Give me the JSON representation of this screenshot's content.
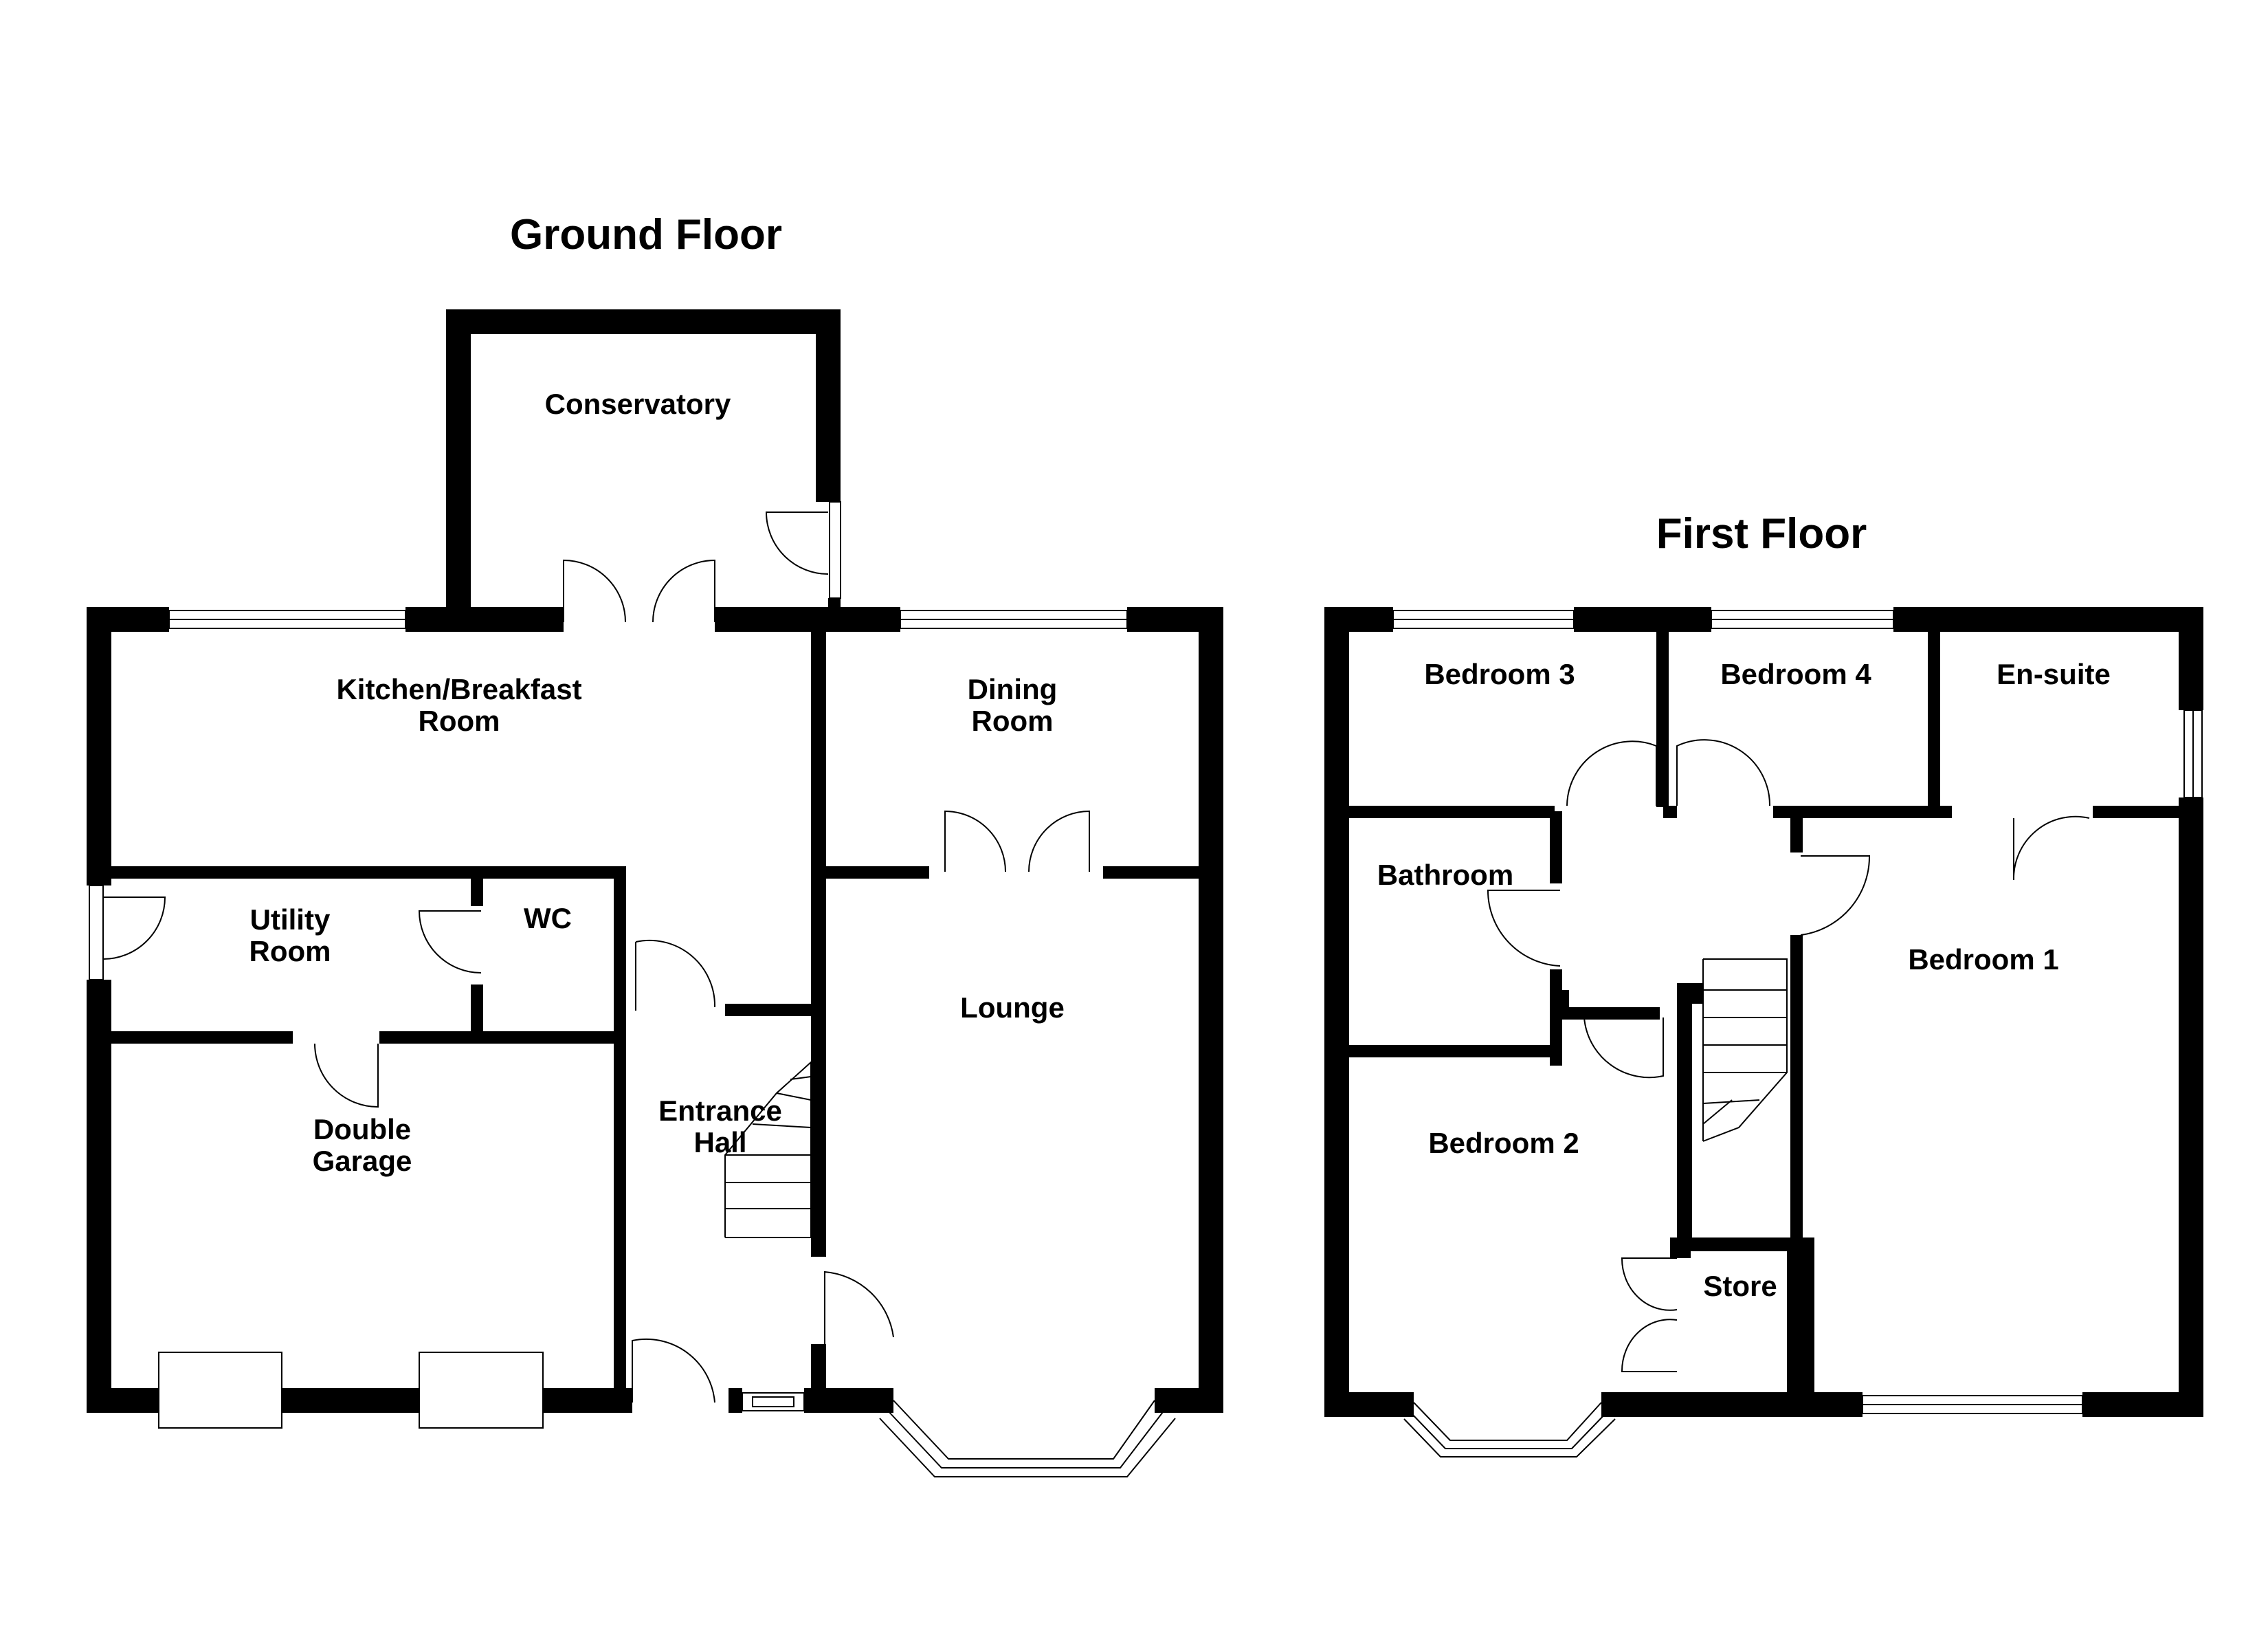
{
  "ground_floor": {
    "title": "Ground Floor",
    "rooms": {
      "conservatory": "Conservatory",
      "kitchen_l1": "Kitchen/Breakfast",
      "kitchen_l2": "Room",
      "dining_l1": "Dining",
      "dining_l2": "Room",
      "utility_l1": "Utility",
      "utility_l2": "Room",
      "wc": "WC",
      "lounge": "Lounge",
      "hall_l1": "Entrance",
      "hall_l2": "Hall",
      "garage_l1": "Double",
      "garage_l2": "Garage"
    }
  },
  "first_floor": {
    "title": "First Floor",
    "rooms": {
      "bedroom3": "Bedroom 3",
      "bedroom4": "Bedroom 4",
      "ensuite": "En-suite",
      "bathroom": "Bathroom",
      "bedroom1": "Bedroom 1",
      "bedroom2": "Bedroom 2",
      "store": "Store"
    }
  },
  "colors": {
    "wall": "#000000",
    "background": "#ffffff"
  }
}
